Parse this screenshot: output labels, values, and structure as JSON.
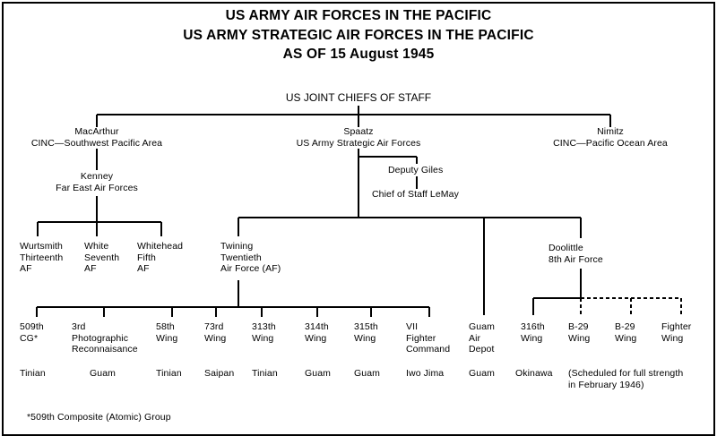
{
  "titles": [
    "US ARMY AIR FORCES IN THE PACIFIC",
    "US ARMY STRATEGIC AIR FORCES IN THE PACIFIC",
    "AS OF 15 August 1945"
  ],
  "root": "US JOINT CHIEFS OF STAFF",
  "commanders": {
    "macarthur": "MacArthur\nCINC—Southwest Pacific Area",
    "spaatz": "Spaatz\nUS Army Strategic Air Forces",
    "nimitz": "Nimitz\nCINC—Pacific Ocean Area"
  },
  "staff": {
    "giles": "Deputy Giles",
    "lemay": "Chief of Staff LeMay"
  },
  "kenney": "Kenney\nFar East Air Forces",
  "feaf_units": [
    "Wurtsmith\nThirteenth\nAF",
    "White\nSeventh\nAF",
    "Whitehead\nFifth\nAF"
  ],
  "twining": "Twining\nTwentieth\nAir Force (AF)",
  "doolittle": "Doolittle\n8th Air Force",
  "twentieth_units": [
    {
      "name": "509th\nCG*",
      "location": "Tinian"
    },
    {
      "name": "3rd\nPhotographic\nReconnaisance",
      "location": "Guam"
    },
    {
      "name": "58th\nWing",
      "location": "Tinian"
    },
    {
      "name": "73rd\nWing",
      "location": "Saipan"
    },
    {
      "name": "313th\nWing",
      "location": "Tinian"
    },
    {
      "name": "314th\nWing",
      "location": "Guam"
    },
    {
      "name": "315th\nWing",
      "location": "Guam"
    },
    {
      "name": "VII\nFighter\nCommand",
      "location": "Iwo Jima"
    }
  ],
  "depot": {
    "name": "Guam\nAir\nDepot",
    "location": "Guam"
  },
  "eighth_units": [
    {
      "name": "316th\nWing",
      "location": "Okinawa"
    },
    {
      "name": "B-29\nWing",
      "location": ""
    },
    {
      "name": "B-29\nWing",
      "location": ""
    },
    {
      "name": "Fighter\nWing",
      "location": ""
    }
  ],
  "scheduled_note": "(Scheduled for full strength\nin February 1946)",
  "footnote": "*509th Composite (Atomic) Group"
}
